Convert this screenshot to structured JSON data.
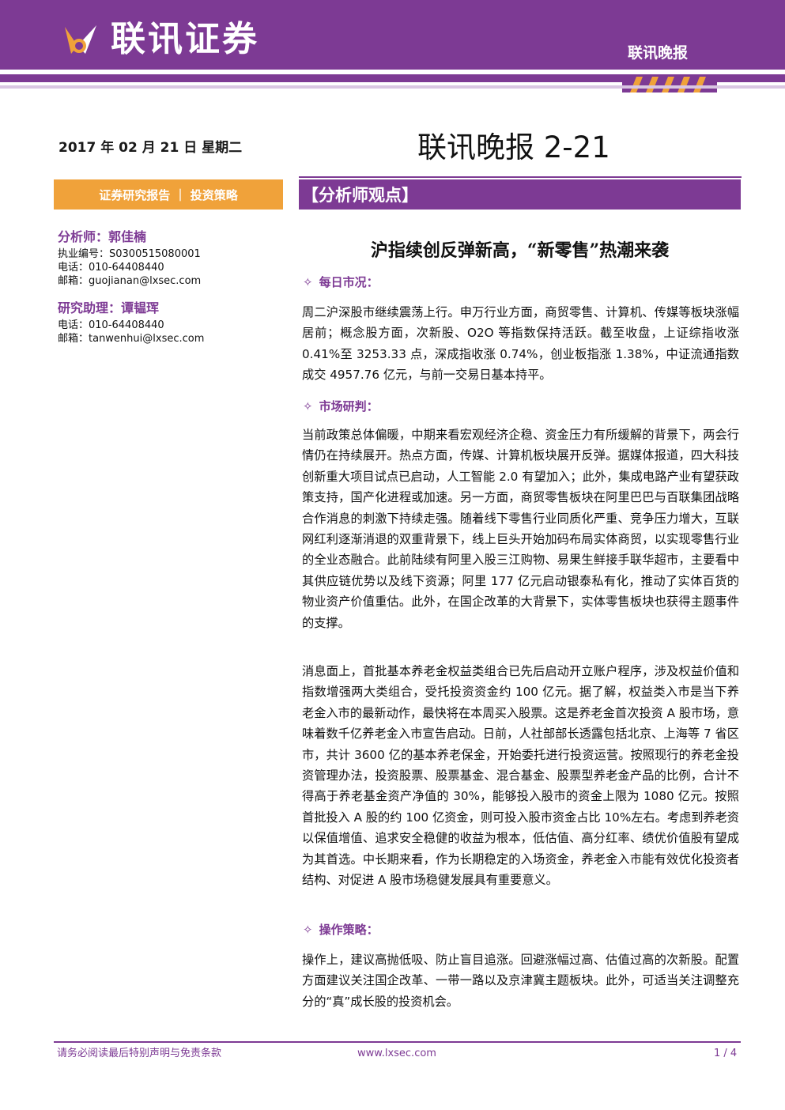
{
  "header": {
    "brand_name": "联讯证券",
    "report_tag": "联讯晚报",
    "logo_icon": "lianxun-logo-icon",
    "brand_color": "#7d3a94",
    "accent_color": "#f0a23a"
  },
  "title_row": {
    "date": "2017 年 02 月 21 日 星期二",
    "doc_title": "联讯晚报 2-21"
  },
  "sidebar": {
    "category": "证券研究报告 ｜ 投资策略",
    "authors": [
      {
        "name": "分析师：郭佳楠",
        "lines": [
          "执业编号：S0300515080001",
          "电话：010-64408440",
          "邮箱：guojianan@lxsec.com"
        ]
      },
      {
        "name": "研究助理：谭韫珲",
        "lines": [
          "电话：010-64408440",
          "邮箱：tanwenhui@lxsec.com"
        ]
      }
    ]
  },
  "main": {
    "section_title": "【分析师观点】",
    "headline": "沪指续创反弹新高，“新零售”热潮来袭",
    "star_glyph": "✧",
    "daily_market": {
      "heading": "每日市况：",
      "paragraph": "周二沪深股市继续震荡上行。申万行业方面，商贸零售、计算机、传媒等板块涨幅居前；概念股方面，次新股、O2O 等指数保持活跃。截至收盘，上证综指收涨 0.41%至 3253.33 点，深成指收涨 0.74%，创业板指涨 1.38%，中证流通指数成交 4957.76 亿元，与前一交易日基本持平。"
    },
    "market_research": {
      "heading": "市场研判：",
      "paragraphs": [
        "当前政策总体偏暖，中期来看宏观经济企稳、资金压力有所缓解的背景下，两会行情仍在持续展开。热点方面，传媒、计算机板块展开反弹。据媒体报道，四大科技创新重大项目试点已启动，人工智能 2.0 有望加入；此外，集成电路产业有望获政策支持，国产化进程或加速。另一方面，商贸零售板块在阿里巴巴与百联集团战略合作消息的刺激下持续走强。随着线下零售行业同质化严重、竞争压力增大，互联网红利逐渐消退的双重背景下，线上巨头开始加码布局实体商贸，以实现零售行业的全业态融合。此前陆续有阿里入股三江购物、易果生鲜接手联华超市，主要看中其供应链优势以及线下资源；阿里 177 亿元启动银泰私有化，推动了实体百货的物业资产价值重估。此外，在国企改革的大背景下，实体零售板块也获得主题事件的支撑。",
        "消息面上，首批基本养老金权益类组合已先后启动开立账户程序，涉及权益价值和指数增强两大类组合，受托投资资金约 100 亿元。据了解，权益类入市是当下养老金入市的最新动作，最快将在本周买入股票。这是养老金首次投资 A 股市场，意味着数千亿养老金入市宣告启动。日前，人社部部长透露包括北京、上海等 7 省区市，共计 3600 亿的基本养老保金，开始委托进行投资运营。按照现行的养老金投资管理办法，投资股票、股票基金、混合基金、股票型养老金产品的比例，合计不得高于养老基金资产净值的 30%，能够投入股市的资金上限为 1080 亿元。按照首批投入 A 股的约 100 亿资金，则可投入股市资金占比 10%左右。考虑到养老资以保值增值、追求安全稳健的收益为根本，低估值、高分红率、绩优价值股有望成为其首选。中长期来看，作为长期稳定的入场资金，养老金入市能有效优化投资者结构、对促进 A 股市场稳健发展具有重要意义。"
      ]
    },
    "strategy": {
      "heading": "操作策略：",
      "paragraph": "操作上，建议高抛低吸、防止盲目追涨。回避涨幅过高、估值过高的次新股。配置方面建议关注国企改革、一带一路以及京津冀主题板块。此外，可适当关注调整充分的“真”成长股的投资机会。"
    }
  },
  "footer": {
    "disclaimer": "请务必阅读最后特别声明与免责条款",
    "website": "www.lxsec.com",
    "page": "1 / 4"
  }
}
